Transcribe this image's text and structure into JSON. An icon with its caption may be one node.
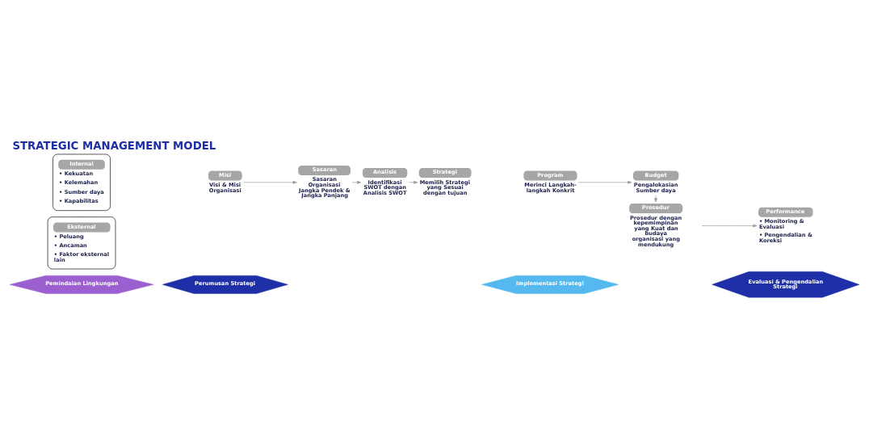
{
  "diagram": {
    "title": "STRATEGIC MANAGEMENT MODEL",
    "nodes": [
      {
        "text": [
          "Pemindaian Lingkungan"
        ]
      },
      {
        "text": [
          "Perumusan Strategi"
        ]
      },
      {
        "text": [
          "Implementasi Strategi"
        ]
      },
      {
        "text": [
          "Evaluasi & Pengendalian Strategi"
        ]
      },
      {
        "text": [
          "Eksternal",
          "• Peluang",
          "• Ancaman",
          "• Faktor eksternal lain"
        ]
      },
      {
        "text": [
          "Internal",
          "• Kekuatan",
          "• Kelemahan",
          "• Sumber daya",
          "• Kapabilitas"
        ]
      },
      {
        "text": [
          "Misi"
        ],
        "beside": [
          "Visi & Misi Organisasi"
        ]
      },
      {
        "text": [
          "Sasaran"
        ],
        "beside": [
          "Sasaran Organisasi Jangka Pendek & Jangka Panjang"
        ]
      },
      {
        "text": [
          "Analisis"
        ],
        "beside": [
          "Identifikasi SWOT dengan Analisis SWOT"
        ]
      },
      {
        "text": [
          "Strategi"
        ],
        "beside": [
          "Memilih Strategi yang Sesuai dengan tujuan"
        ]
      },
      {
        "text": [
          "Program"
        ],
        "beside": [
          "Merinci Langkah-langkah Konkrit"
        ]
      },
      {
        "text": [
          "Budget"
        ],
        "beside": [
          "Pengalokasian Sumber daya"
        ]
      },
      {
        "text": [
          "Prosedur"
        ],
        "beside": [
          "Prosedur dengan kepemimpinan yang Kuat dan budaya organisasi yang mendukung"
        ]
      },
      {
        "text": [
          "Performance",
          "• Monitoring & Evaluasi",
          "• Pengendalian & Koreksi"
        ]
      }
    ],
    "edges": [
      {
        "from": 6,
        "to": 7,
        "arrow": "to"
      },
      {
        "from": 7,
        "to": 8,
        "arrow": "to"
      },
      {
        "from": 8,
        "to": 9,
        "arrow": "to"
      },
      {
        "from": 10,
        "to": 11,
        "arrow": "to"
      },
      {
        "from": 11,
        "to": 12,
        "arrow": "to"
      },
      {
        "from": null,
        "to": 13,
        "arrow": "to"
      }
    ]
  }
}
